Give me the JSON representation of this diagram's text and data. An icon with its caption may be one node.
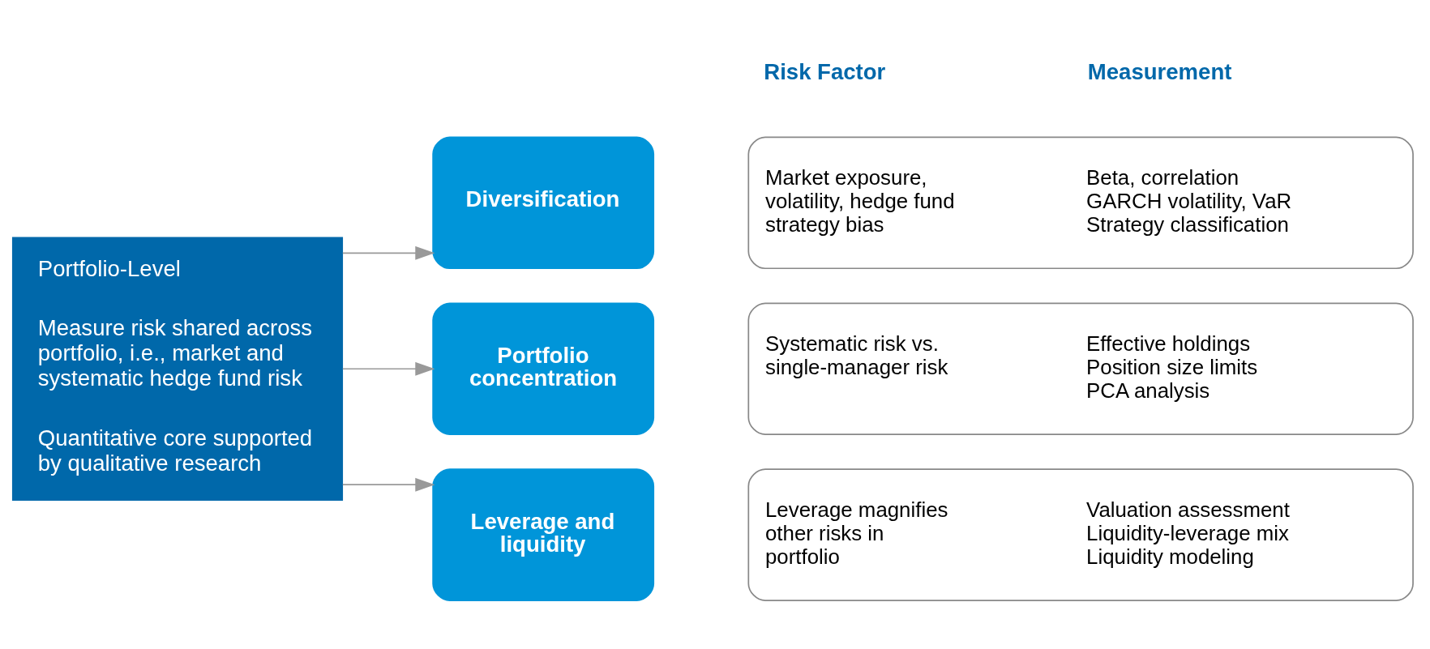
{
  "diagram": {
    "nodes": [
      {
        "text": [
          "Portfolio-Level",
          "Measure risk shared across portfolio, i.e., market and systematic hedge fund risk",
          "Quantitative core supported by qualitative research"
        ]
      },
      {
        "text": [
          "Diversification"
        ]
      },
      {
        "text": [
          "Portfolio concentration"
        ]
      },
      {
        "text": [
          "Leverage and liquidity"
        ]
      },
      {
        "text": [
          "Market exposure, volatility, hedge fund strategy bias",
          "Beta, correlation",
          "GARCH volatility, VaR",
          "Strategy classification"
        ]
      },
      {
        "text": [
          "Systematic risk vs. single-manager risk",
          "Effective holdings",
          "Position size limits",
          "PCA analysis"
        ]
      },
      {
        "text": [
          "Leverage magnifies other risks in portfolio",
          "Valuation assessment",
          "Liquidity-leverage mix",
          "Liquidity modeling"
        ]
      }
    ],
    "edges": [
      {
        "from": 0,
        "to": 1,
        "arrow": "to"
      },
      {
        "from": 0,
        "to": 2,
        "arrow": "to"
      },
      {
        "from": 0,
        "to": 3,
        "arrow": "to"
      }
    ],
    "labels": [
      "Risk Factor",
      "Measurement"
    ]
  }
}
